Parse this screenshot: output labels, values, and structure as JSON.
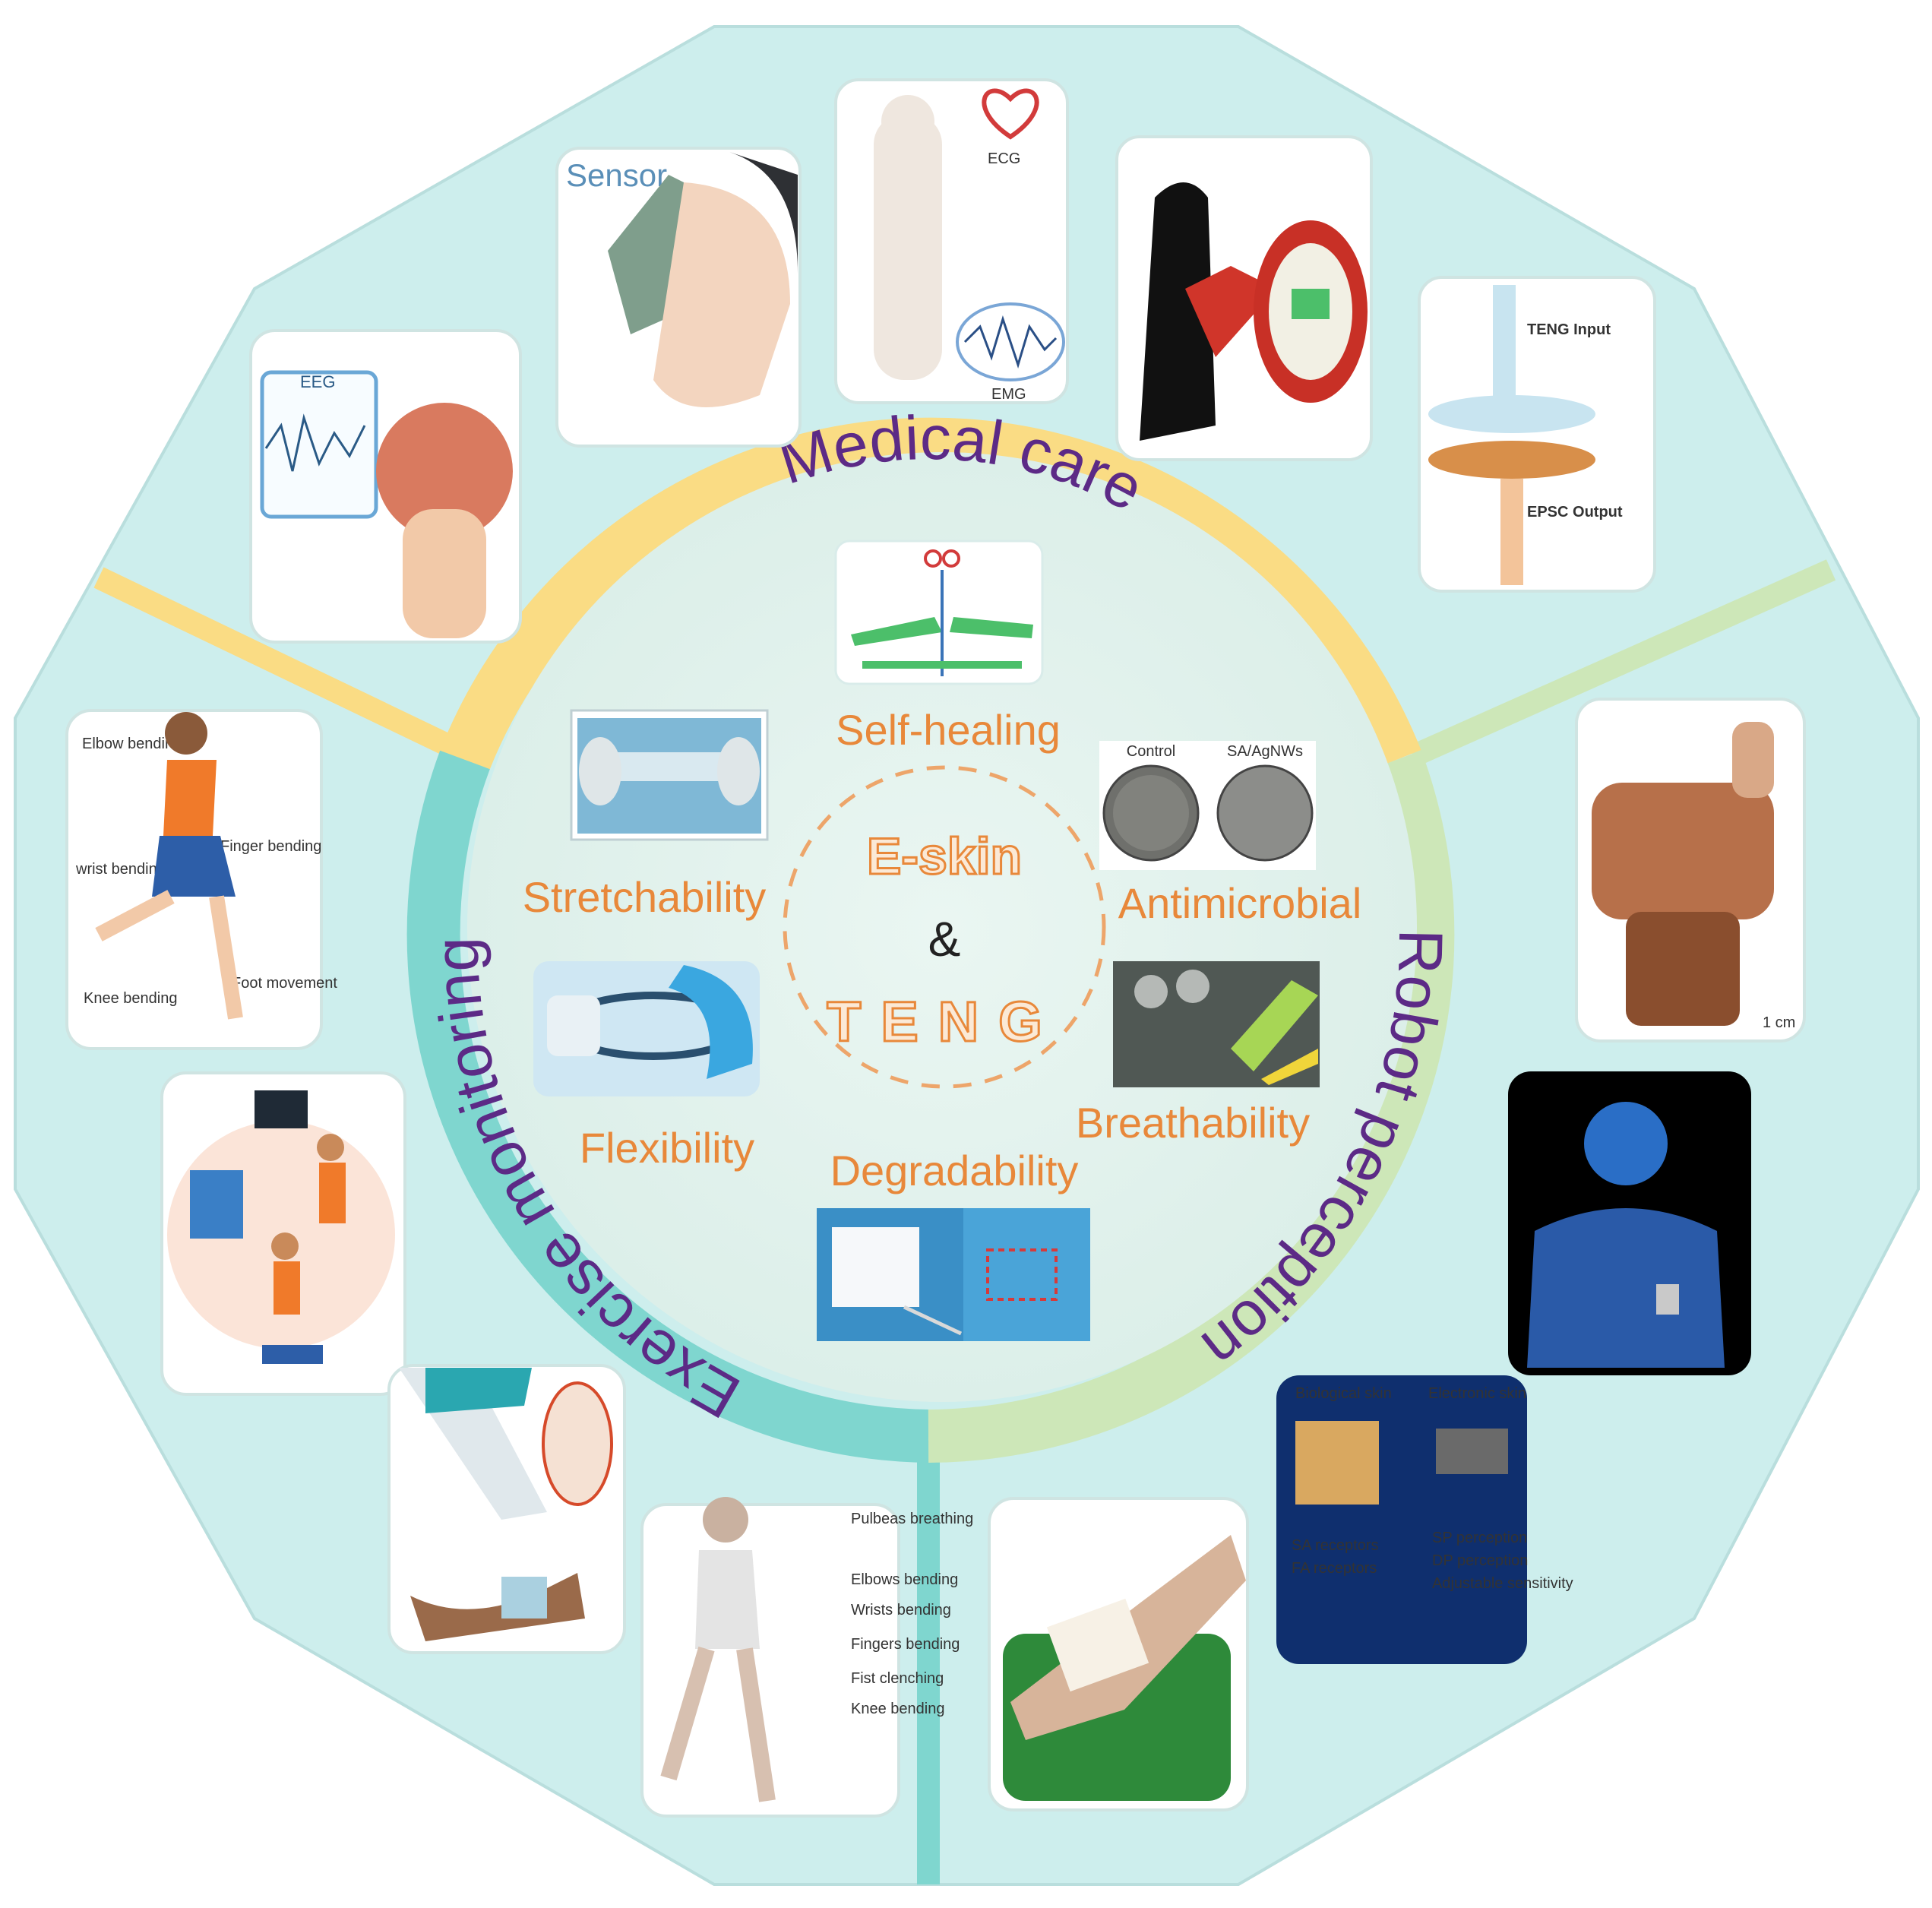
{
  "center": {
    "title_top": "E-skin",
    "amp": "&",
    "title_bottom": "TENG"
  },
  "properties": {
    "self_healing": "Self-healing",
    "stretchability": "Stretchability",
    "antimicrobial": "Antimicrobial",
    "flexibility": "Flexibility",
    "breathability": "Breathability",
    "degradability": "Degradability"
  },
  "applications": {
    "medical": "Medical care",
    "exercise": "Exercise monitoring",
    "robot": "Robot perception"
  },
  "panel_labels": {
    "sensor": "Sensor",
    "eeg": "EEG",
    "ecg": "ECG",
    "emg": "EMG",
    "teng_input": "TENG Input",
    "epsc_output": "EPSC Output",
    "control": "Control",
    "sa_agnws": "SA/AgNWs",
    "elbow_bending": "Elbow bending",
    "finger_bending": "Finger bending",
    "wrist_bending": "wrist bending",
    "knee_bending": "Knee bending",
    "foot_movement": "Foot movement",
    "scale_1cm": "1 cm",
    "biological_skin": "Biological skin",
    "electronic_skin": "Electronic skin",
    "sa_receptors": "SA receptors",
    "fa_receptors": "FA receptors",
    "sp_perception": "SP perception",
    "dp_perception": "DP perception",
    "adjustable_sensitivity": "Adjustable sensitivity",
    "runner_labels": [
      "Pulbeas breathing",
      "Elbows bending",
      "Wrists bending",
      "Fingers bending",
      "Fist clenching",
      "Knee bending"
    ]
  },
  "colors": {
    "outer": "#cdeeed",
    "inner": "#e6f4f1",
    "medical_ring": "#fadc84",
    "exercise_ring": "#7fd6cf",
    "robot_ring": "#cde7b8",
    "property_text": "#e8883a",
    "application_text": "#5c2a86"
  }
}
